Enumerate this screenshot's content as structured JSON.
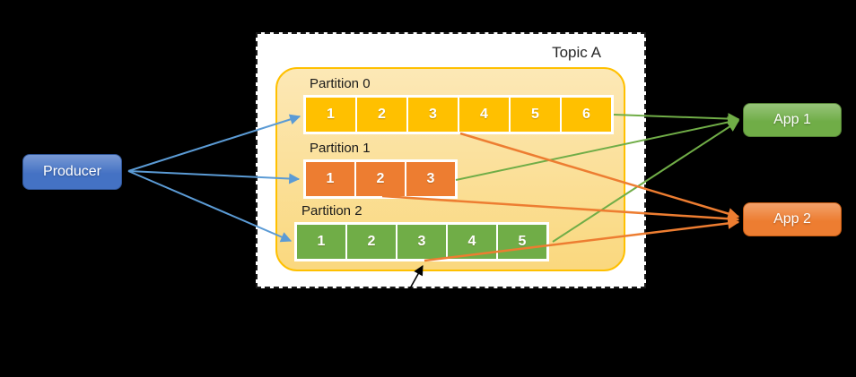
{
  "diagram": {
    "producer": {
      "label": "Producer"
    },
    "topic": {
      "label": "Topic A",
      "partitions": [
        {
          "label": "Partition 0",
          "color": "#FFC000",
          "cells": [
            "1",
            "2",
            "3",
            "4",
            "5",
            "6"
          ]
        },
        {
          "label": "Partition 1",
          "color": "#ED7D31",
          "cells": [
            "1",
            "2",
            "3"
          ]
        },
        {
          "label": "Partition 2",
          "color": "#70AD47",
          "cells": [
            "1",
            "2",
            "3",
            "4",
            "5"
          ]
        }
      ]
    },
    "consumers": [
      {
        "label": "App 1"
      },
      {
        "label": "App 2"
      }
    ],
    "colors": {
      "producer_fill": "#4472C4",
      "app1_fill": "#70AD47",
      "app2_fill": "#ED7D31",
      "producer_arrow": "#5B9BD5",
      "app1_arrow": "#70AD47",
      "app2_arrow": "#ED7D31",
      "pointer_arrow": "#000000",
      "topic_border": "#FFC000",
      "topic_fill_top": "#FCE8B6",
      "topic_fill_bottom": "#FAD87E"
    }
  }
}
